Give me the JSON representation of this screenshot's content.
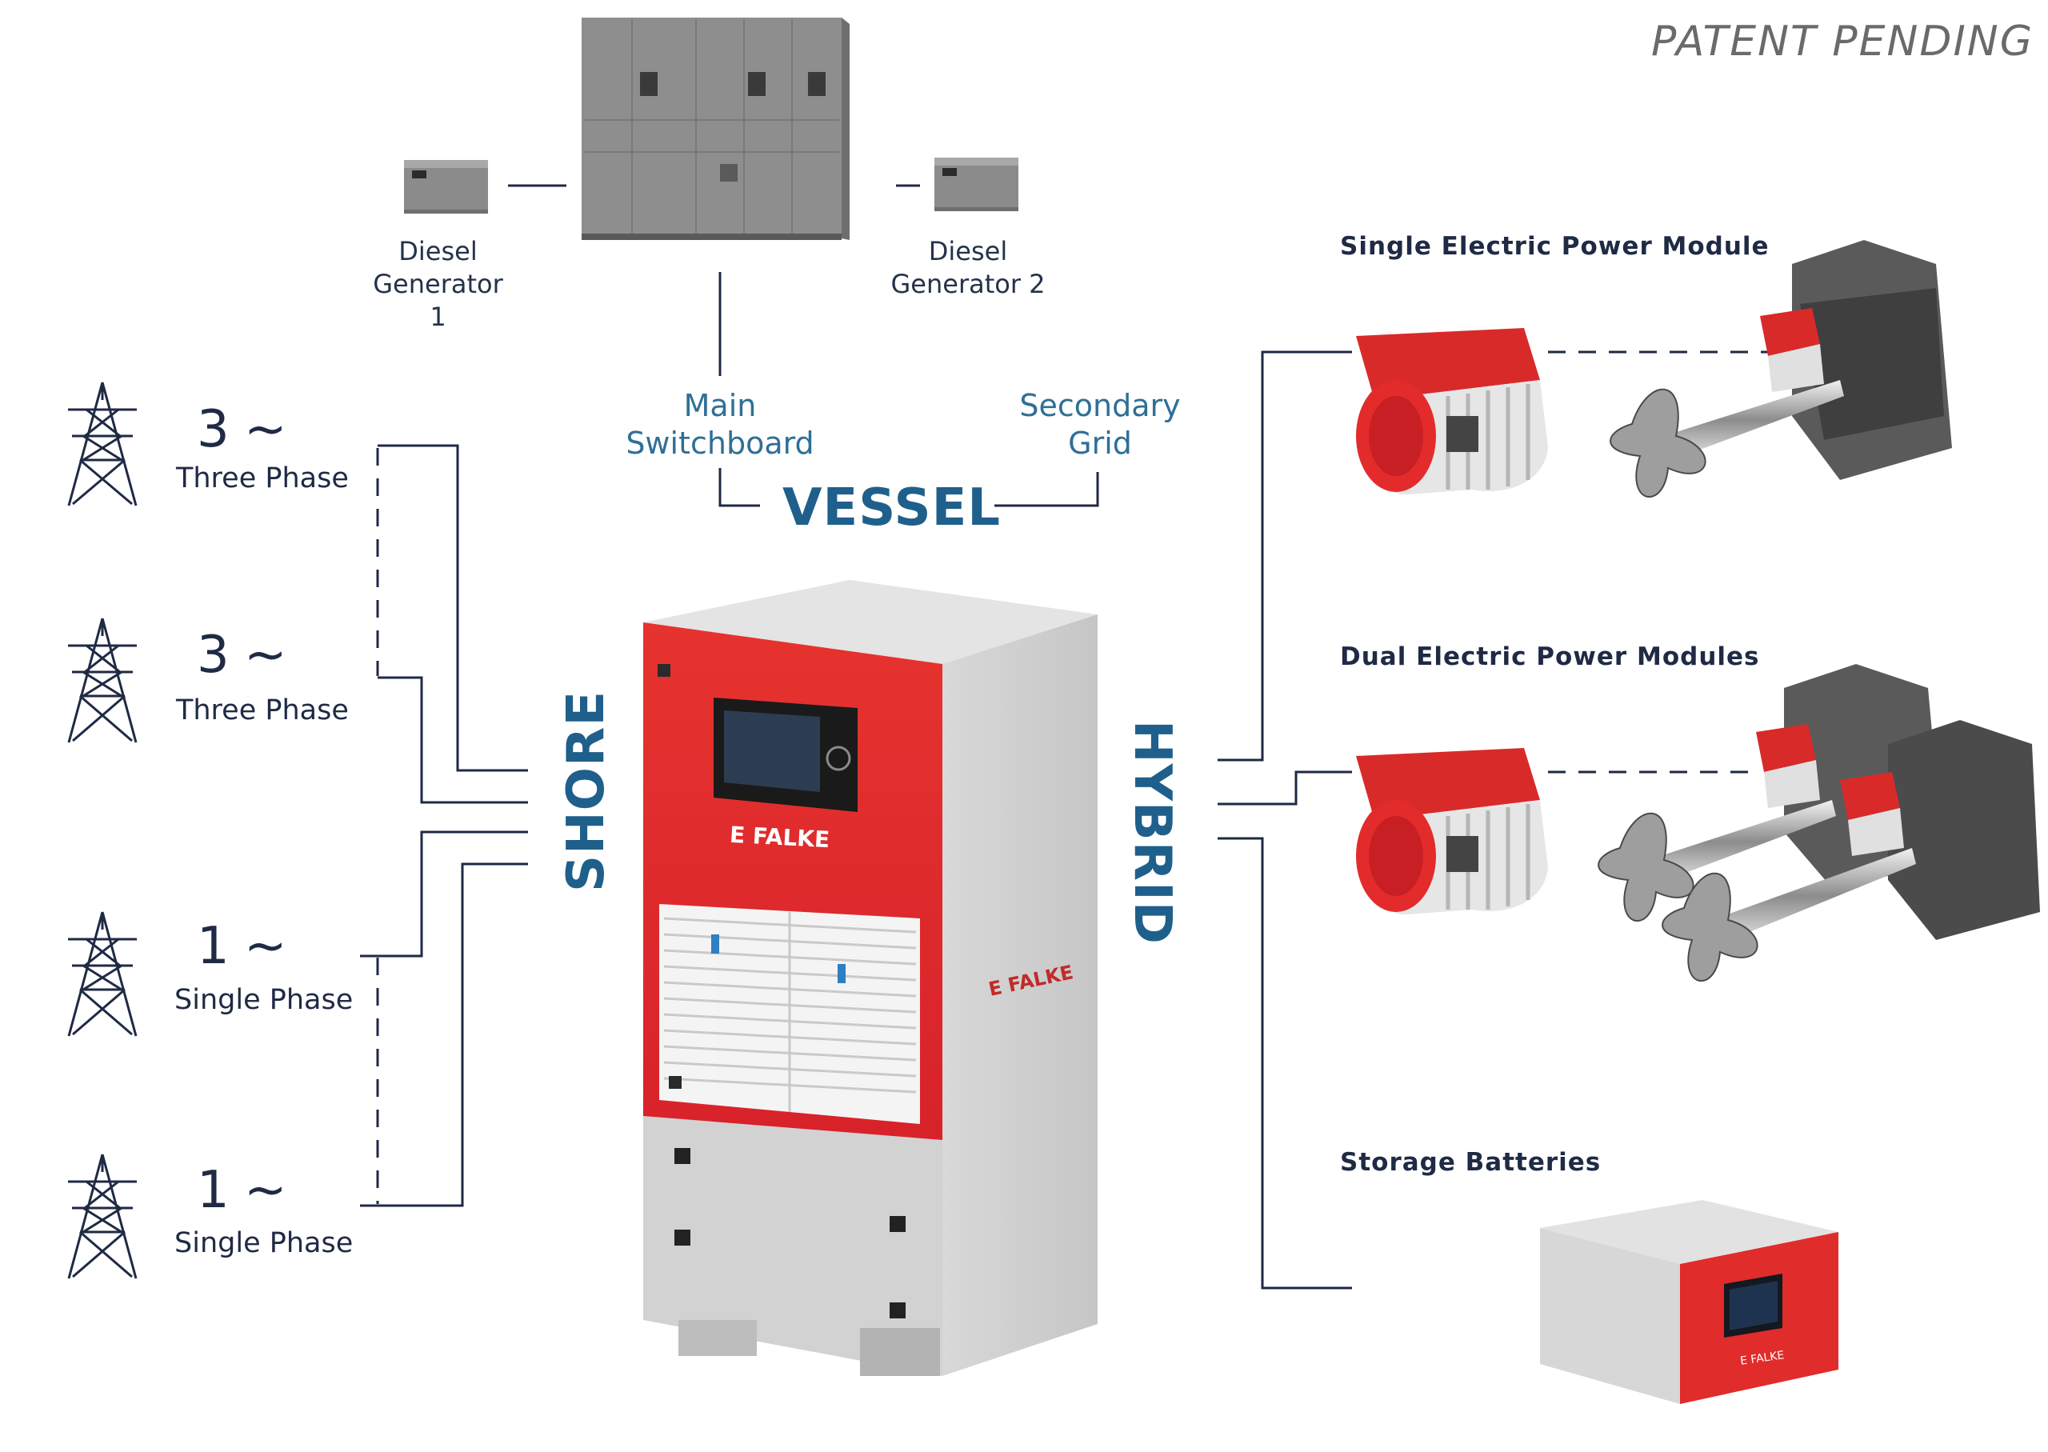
{
  "patent_text": "PATENT PENDING",
  "vessel": {
    "title": "VESSEL",
    "main_switchboard": "Main\nSwitchboard",
    "secondary_grid": "Secondary\nGrid",
    "diesel_generator_1": "Diesel\nGenerator 1",
    "diesel_generator_2": "Diesel\nGenerator 2"
  },
  "shore": {
    "title": "SHORE",
    "sources": [
      {
        "number": "3",
        "symbol": "~",
        "name": "Three Phase"
      },
      {
        "number": "3",
        "symbol": "~",
        "name": "Three Phase"
      },
      {
        "number": "1",
        "symbol": "~",
        "name": "Single Phase"
      },
      {
        "number": "1",
        "symbol": "~",
        "name": "Single Phase"
      }
    ]
  },
  "hybrid": {
    "title": "HYBRID",
    "modules": [
      {
        "title": "Single Electric Power Module"
      },
      {
        "title": "Dual Electric Power Modules"
      },
      {
        "title": "Storage Batteries"
      }
    ]
  },
  "brand": {
    "logo_text": "E FALKE",
    "colors": {
      "red": "#e1282c",
      "navy": "#1f2a44",
      "blue": "#1f5f8b",
      "grey": "#9a9a9a"
    }
  },
  "icons": {
    "pylon": "power-pylon-icon",
    "generator": "diesel-generator-icon",
    "switchboard": "switchboard-cabinet-icon",
    "charger": "efalke-charger-unit",
    "power_module": "electric-power-module",
    "battery": "storage-battery-unit"
  }
}
